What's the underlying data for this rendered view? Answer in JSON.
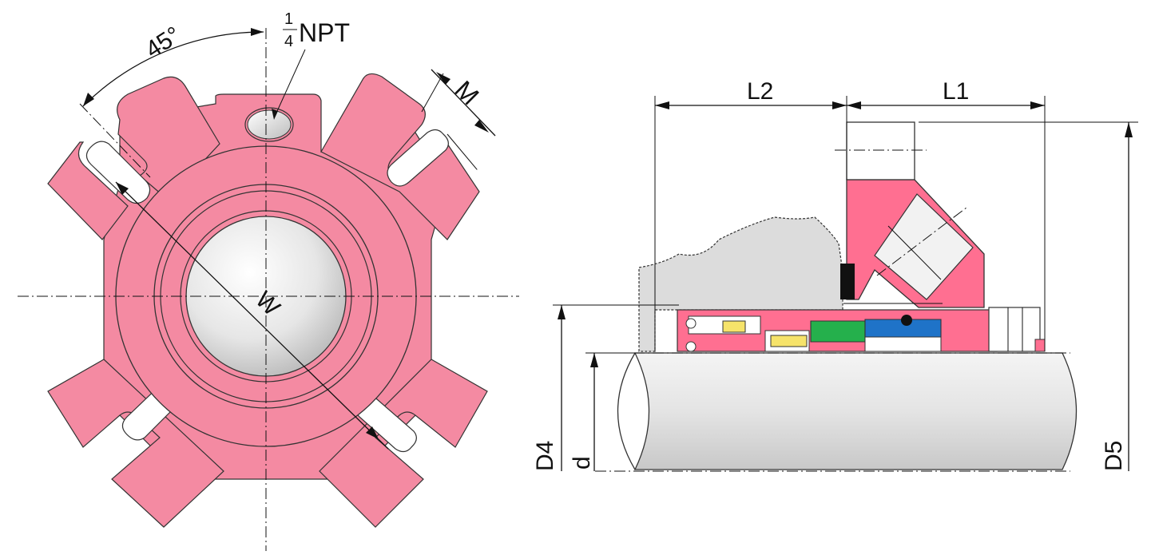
{
  "labels": {
    "angle": "45°",
    "npt_numerator": "1",
    "npt_denominator": "4",
    "npt": "NPT",
    "m": "M",
    "w": "W",
    "l1": "L1",
    "l2": "L2",
    "d4": "D4",
    "d": "d",
    "d5": "D5"
  },
  "colors": {
    "flange_pink": "#f48aa2",
    "seal_pink": "#ff6f91",
    "gray_housing": "#dcdcdc",
    "green_ring": "#25b04c",
    "blue_ring": "#1f73c8",
    "brass_screw": "#f6e36a"
  }
}
